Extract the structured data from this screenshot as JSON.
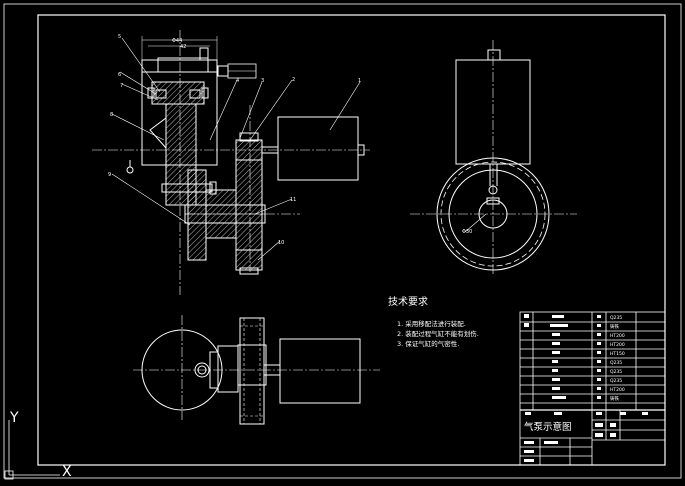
{
  "drawing": {
    "tech_title": "技术要求",
    "tech_notes": [
      "1. 采用移配法进行装配.",
      "2. 装配过程气缸不能有划伤.",
      "3. 保证气缸的气密性."
    ],
    "title_block": {
      "drawing_title": "气泵示意图",
      "materials": [
        "Q235",
        "铸铁",
        "HT200",
        "HT200",
        "HT150",
        "Q235",
        "Q235",
        "Q235",
        "HT200",
        "铸铁"
      ]
    },
    "part_balloons": [
      "1",
      "2",
      "3",
      "4",
      "5",
      "6",
      "7",
      "8",
      "9",
      "10",
      "11"
    ],
    "dimensions": [
      "Φ44",
      "42",
      "Φ30"
    ],
    "ucs": {
      "x_label": "X",
      "y_label": "Y"
    }
  },
  "colors": {
    "background": "#000000",
    "line": "#ffffff"
  }
}
